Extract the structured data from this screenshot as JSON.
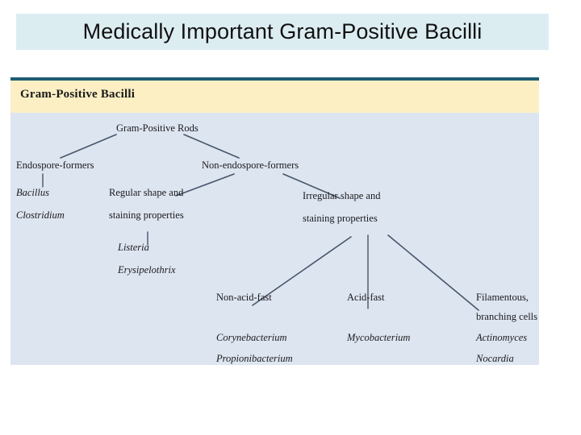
{
  "slide": {
    "title": "Medically Important Gram-Positive Bacilli",
    "title_bg": "#dcedf2",
    "page_bg": "#ffffff"
  },
  "figure": {
    "header_label": "Gram-Positive Bacilli",
    "header_bg": "#fcefc4",
    "rule_color": "#1f5d72",
    "body_bg": "#dde5f1",
    "line_color": "#46566a"
  },
  "tree": {
    "root": "Gram-Positive Rods",
    "level1": {
      "left": "Endospore-formers",
      "right": "Non-endospore-formers"
    },
    "endospore_genera": {
      "g1": "Bacillus",
      "g2": "Clostridium"
    },
    "level2": {
      "regular_line1": "Regular shape and",
      "regular_line2": "staining properties",
      "irregular_line1": "Irregular shape and",
      "irregular_line2": "staining properties"
    },
    "regular_genera": {
      "g1": "Listeria",
      "g2": "Erysipelothrix"
    },
    "level3": {
      "non_acid_fast": "Non-acid-fast",
      "acid_fast": "Acid-fast",
      "filamentous_line1": "Filamentous,",
      "filamentous_line2": "branching cells"
    },
    "non_acid_fast_genera": {
      "g1": "Corynebacterium",
      "g2": "Propionibacterium"
    },
    "acid_fast_genera": {
      "g1": "Mycobacterium"
    },
    "filamentous_genera": {
      "g1": "Actinomyces",
      "g2": "Nocardia"
    }
  }
}
